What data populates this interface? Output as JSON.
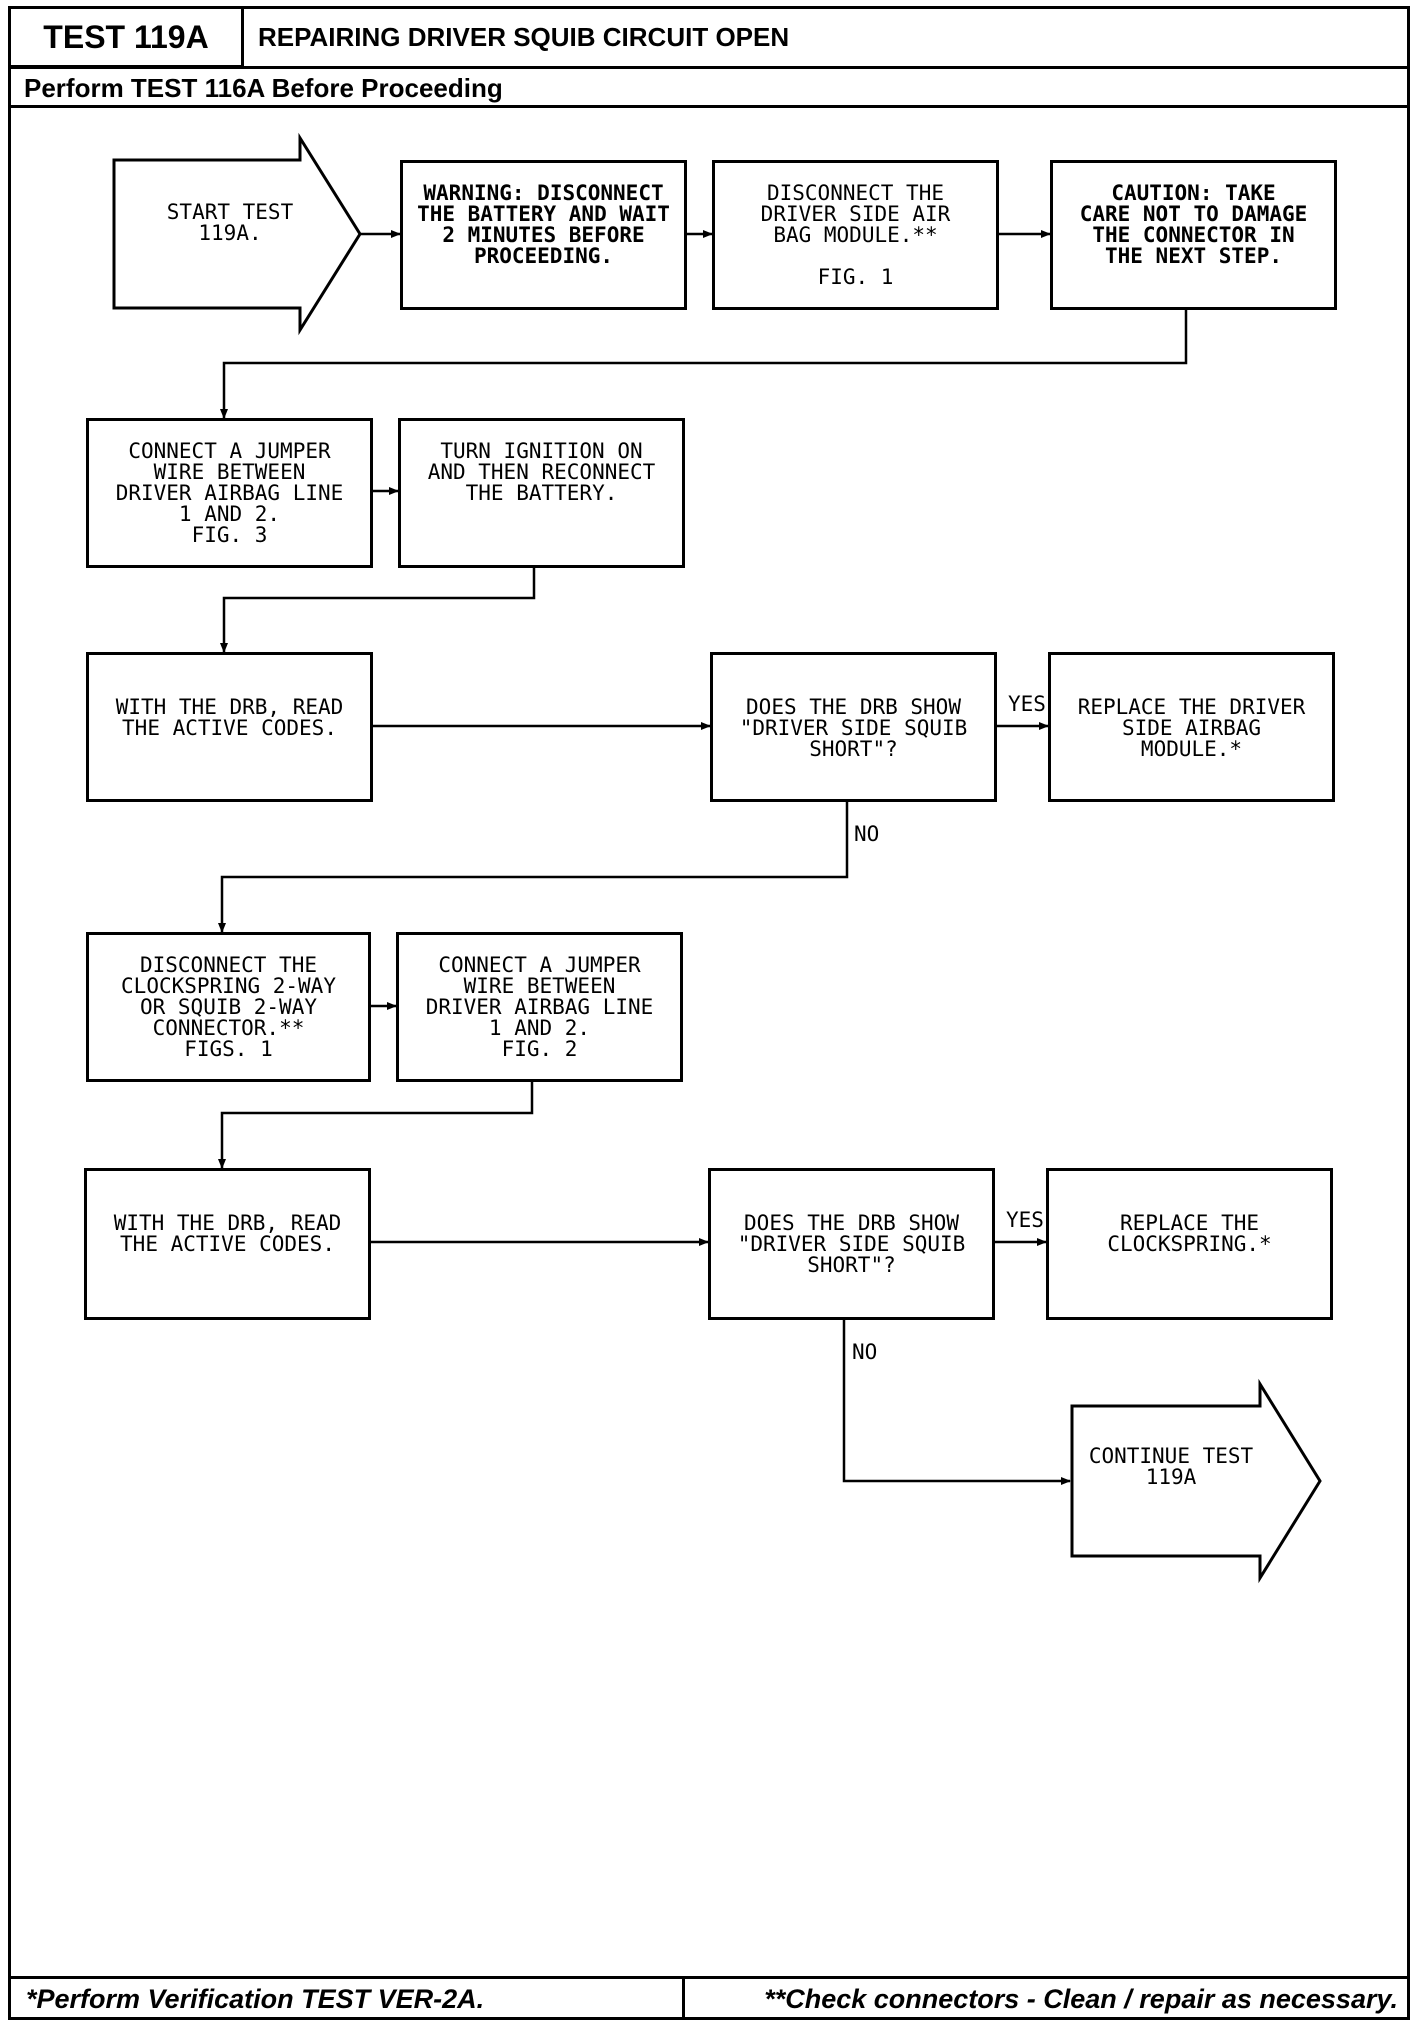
{
  "header": {
    "test_id": "TEST 119A",
    "title": "REPAIRING DRIVER SQUIB CIRCUIT OPEN",
    "prerequisite": "Perform TEST 116A Before Proceeding"
  },
  "flow": {
    "start": "START TEST\n119A.",
    "warning": "WARNING: DISCONNECT\nTHE BATTERY AND WAIT\n2 MINUTES BEFORE\nPROCEEDING.",
    "disconnect_module": "DISCONNECT THE\nDRIVER SIDE AIR\nBAG MODULE.**\n\nFIG. 1",
    "caution": "CAUTION: TAKE\nCARE NOT TO DAMAGE\nTHE CONNECTOR IN\nTHE NEXT STEP.",
    "jumper_1": "CONNECT A JUMPER\nWIRE BETWEEN\nDRIVER AIRBAG LINE\n1 AND 2.\nFIG. 3",
    "ignition_on": "TURN IGNITION ON\nAND THEN RECONNECT\nTHE BATTERY.",
    "read_codes_1": "WITH THE DRB, READ\nTHE ACTIVE CODES.",
    "decision_1": "DOES THE DRB SHOW\n\"DRIVER SIDE SQUIB\nSHORT\"?",
    "replace_module": "REPLACE THE DRIVER\nSIDE AIRBAG\nMODULE.*",
    "disconnect_clockspring": "DISCONNECT THE\nCLOCKSPRING 2-WAY\nOR SQUIB 2-WAY\nCONNECTOR.**\nFIGS. 1",
    "jumper_2": "CONNECT A JUMPER\nWIRE BETWEEN\nDRIVER AIRBAG LINE\n1 AND 2.\nFIG. 2",
    "read_codes_2": "WITH THE DRB, READ\nTHE ACTIVE CODES.",
    "decision_2": "DOES THE DRB SHOW\n\"DRIVER SIDE SQUIB\nSHORT\"?",
    "replace_clockspring": "REPLACE THE\nCLOCKSPRING.*",
    "continue": "CONTINUE TEST\n119A",
    "yes_label_1": "YES",
    "no_label_1": "NO",
    "yes_label_2": "YES",
    "no_label_2": "NO"
  },
  "footer": {
    "note_left": "*Perform Verification TEST VER-2A.",
    "note_right": "**Check connectors - Clean / repair as necessary."
  }
}
